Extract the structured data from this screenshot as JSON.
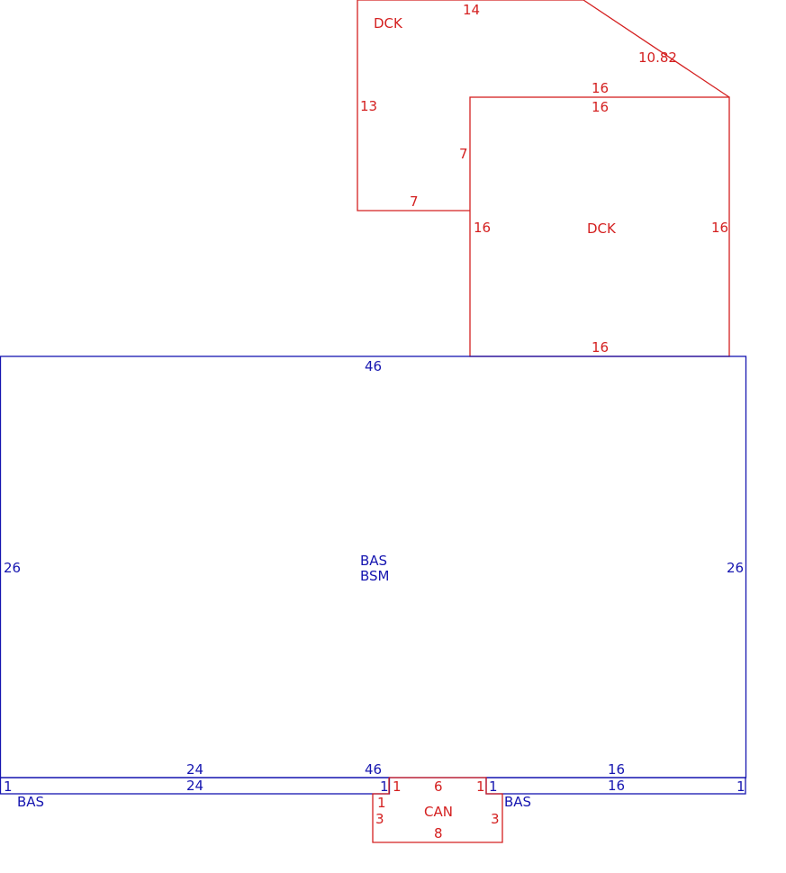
{
  "colors": {
    "deck": "#d42020",
    "main": "#1515b0"
  },
  "dck_top": {
    "area_label": "DCK",
    "dims": {
      "top": "14",
      "diagonal": "10.82",
      "left": "13",
      "bottom": "7",
      "inner": "7"
    }
  },
  "dck_right": {
    "area_label": "DCK",
    "dims": {
      "top_outer": "16",
      "top_inner": "16",
      "left": "16",
      "right": "16",
      "bottom": "16"
    }
  },
  "bas_main": {
    "area_labels": [
      "BAS",
      "BSM"
    ],
    "dims": {
      "top": "46",
      "left": "26",
      "right": "26",
      "bottom": "46"
    }
  },
  "bas_left_strip": {
    "area_label": "BAS",
    "dims": {
      "top": "24",
      "bottom": "24",
      "left": "1",
      "right": "1"
    }
  },
  "bas_right_strip": {
    "area_label": "BAS",
    "dims": {
      "top": "16",
      "bottom": "16",
      "left": "1",
      "right": "1"
    }
  },
  "can": {
    "area_label": "CAN",
    "dims": {
      "top": "6",
      "bottom": "8",
      "left_upper": "1",
      "left_lower": "3",
      "right_lower": "3",
      "notch_left": "1",
      "notch_right": "1"
    }
  }
}
